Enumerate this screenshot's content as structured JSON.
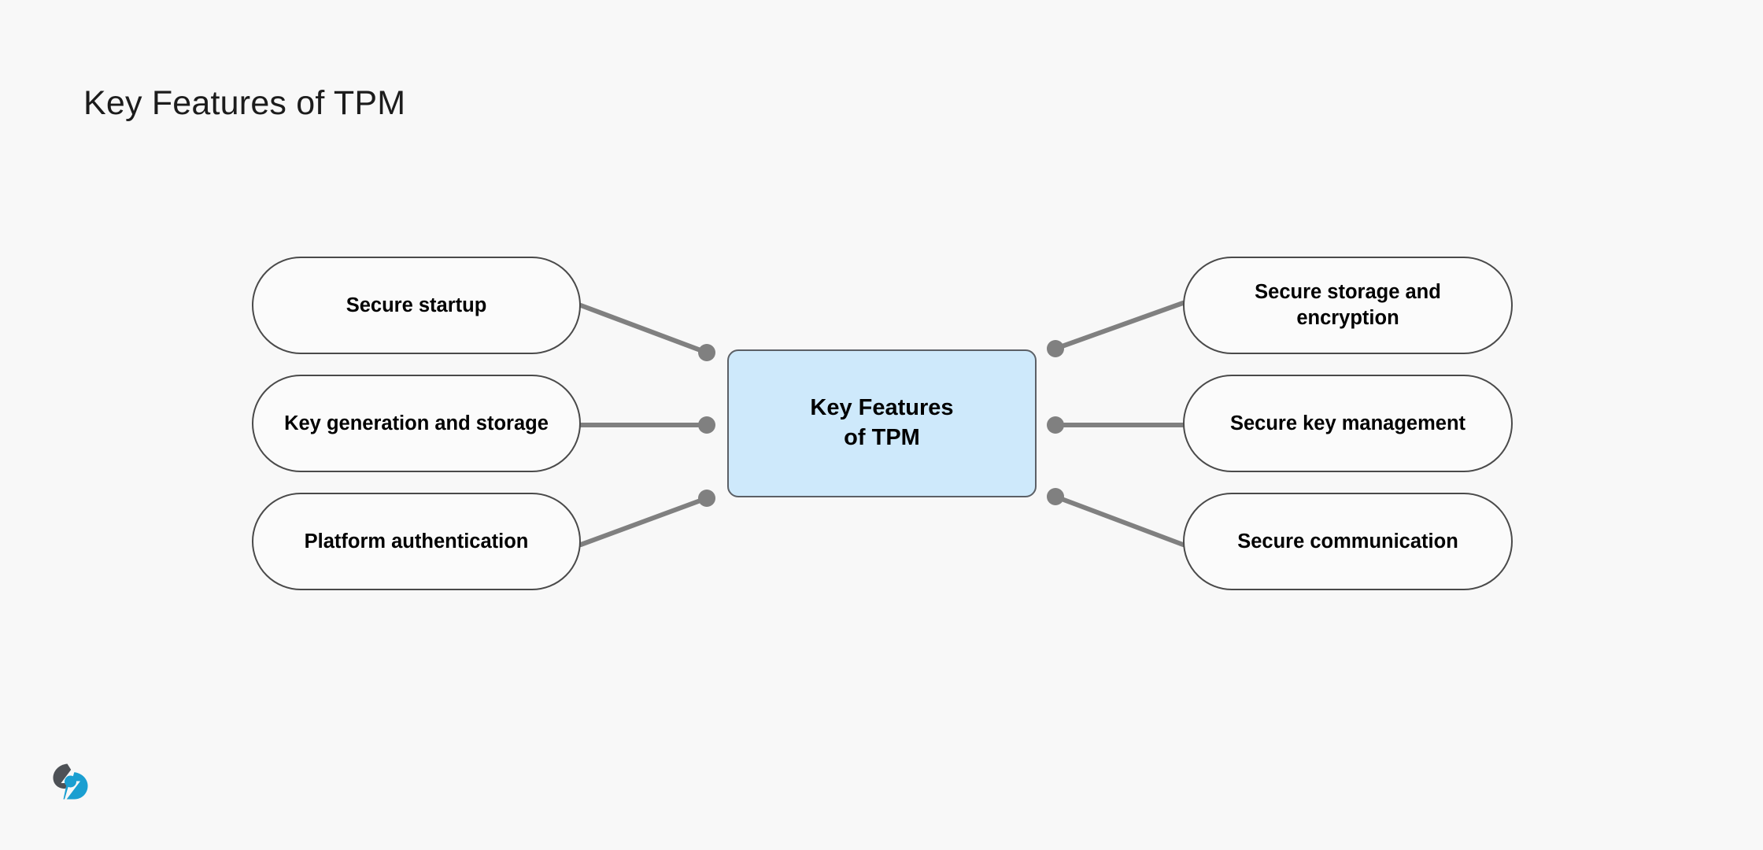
{
  "page": {
    "title": "Key Features of TPM",
    "background_color": "#f8f8f8"
  },
  "diagram": {
    "type": "mind-map",
    "center": {
      "label": "Key Features of TPM",
      "line1": "Key Features",
      "line2": "of TPM",
      "fill_color": "#cee9fb",
      "border_color": "#5c6066"
    },
    "connector_color": "#808080",
    "node_fill_color": "#fbfbfb",
    "node_border_color": "#4a4a4a",
    "left_nodes": [
      {
        "label": "Secure startup"
      },
      {
        "label": "Key generation and storage"
      },
      {
        "label": "Platform authentication"
      }
    ],
    "right_nodes": [
      {
        "line1": "Secure storage and",
        "line2": "encryption",
        "label": "Secure storage and encryption"
      },
      {
        "label": "Secure key management"
      },
      {
        "label": "Secure communication"
      }
    ]
  },
  "logo": {
    "name": "brand-logo",
    "dark_color": "#4d5156",
    "accent_color": "#1b9fd1"
  }
}
